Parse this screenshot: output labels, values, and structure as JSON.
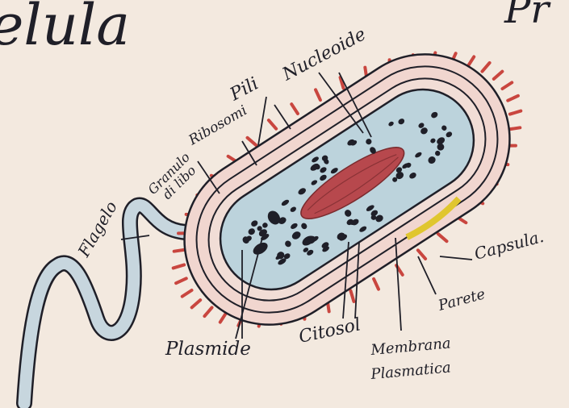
{
  "title_left": "elula",
  "title_right": "Pr",
  "labels": {
    "nucleoide": "Nucleoide",
    "pili": "Pili",
    "ribosomi": "Ribosomi",
    "granulo_line1": "Granulo",
    "granulo_line2": "di libo",
    "flagelo": "Flagelo",
    "plasmide": "Plasmide",
    "citosol": "Citosol",
    "membrana_line1": "Membrana",
    "membrana_line2": "Plasmatica",
    "parete": "Parete",
    "capsula": "Capsula."
  },
  "colors": {
    "paper": "#f3e9df",
    "ink": "#1f1f28",
    "capsule": "#f1d6cf",
    "cytoplasm": "#bcd3dc",
    "nucleoid": "#b7484d",
    "fimbriae": "#c9463f",
    "membrane_highlight": "#e0c62f",
    "flagellum": "#c7d6de"
  },
  "icons": [
    "bacteria-cell-illustration",
    "flagellum-drawing",
    "ribosome-dots",
    "fimbriae-strokes"
  ]
}
